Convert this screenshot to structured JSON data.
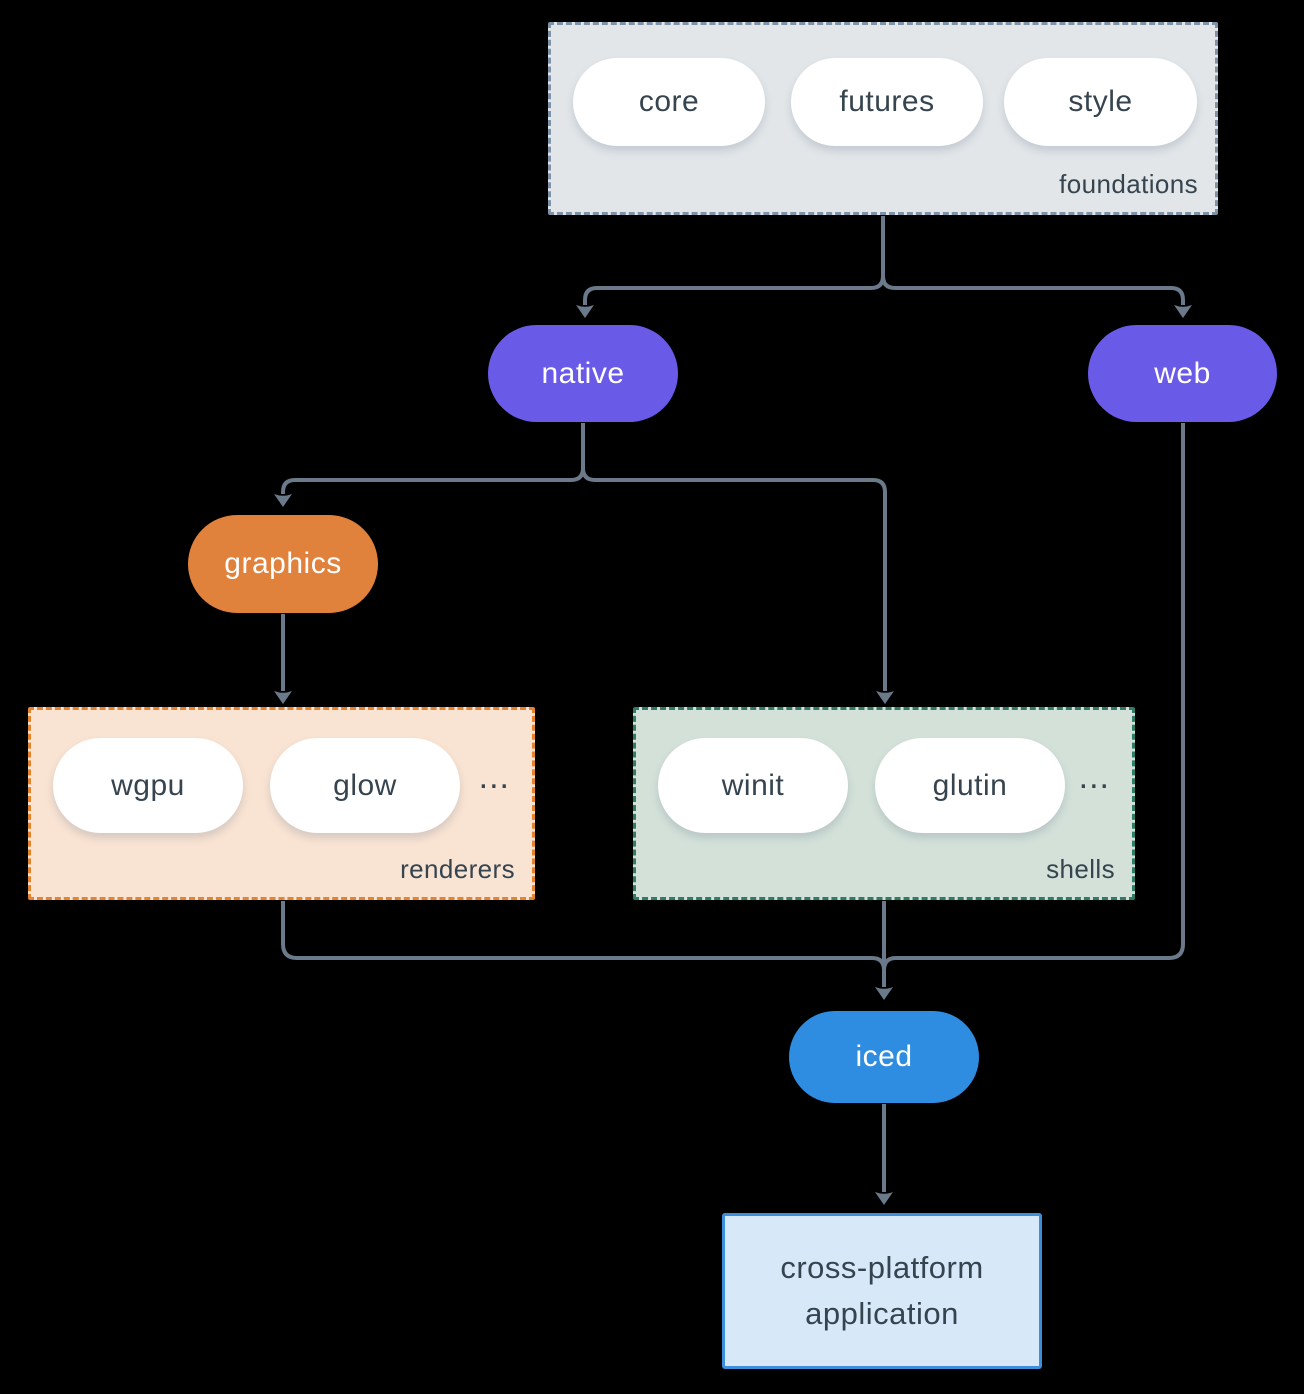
{
  "colors": {
    "background": "#000000",
    "arrow": "#6A7A8A",
    "purple": "#6A5AE8",
    "orange": "#E0813C",
    "blue": "#2E8DE0",
    "pill_fill": "#FFFFFF",
    "dark_text": "#36444F",
    "light_text": "#FFFFFF",
    "foundations_fill": "#E2E6E9",
    "foundations_border": "#7E93A8",
    "renderers_fill": "#F9E3D2",
    "renderers_border": "#E5832F",
    "shells_fill": "#D3E1D9",
    "shells_border": "#2F7D68",
    "app_fill": "#D7E8F8",
    "app_border": "#3E8EDE"
  },
  "groups": {
    "foundations": {
      "label": "foundations",
      "pills": [
        "core",
        "futures",
        "style"
      ]
    },
    "renderers": {
      "label": "renderers",
      "pills": [
        "wgpu",
        "glow"
      ],
      "more": "..."
    },
    "shells": {
      "label": "shells",
      "pills": [
        "winit",
        "glutin"
      ],
      "more": "..."
    }
  },
  "nodes": {
    "native": {
      "label": "native"
    },
    "web": {
      "label": "web"
    },
    "graphics": {
      "label": "graphics"
    },
    "iced": {
      "label": "iced"
    }
  },
  "terminal": {
    "line1": "cross-platform",
    "line2": "application"
  }
}
